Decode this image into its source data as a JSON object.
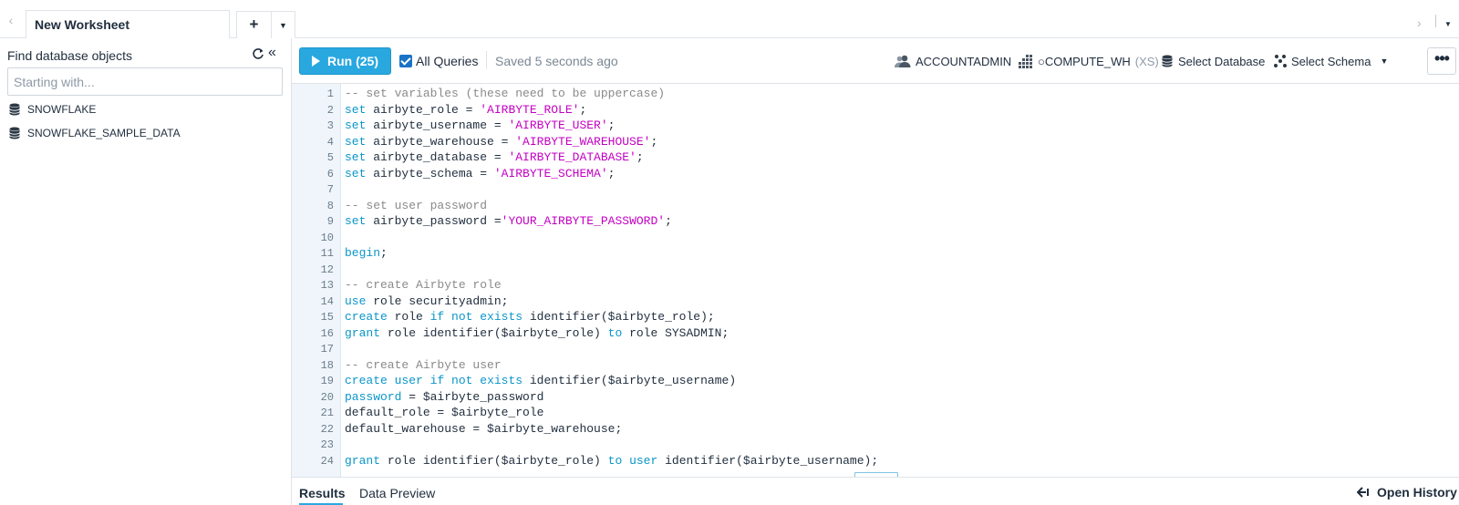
{
  "tabs": [
    {
      "label": "New Worksheet"
    }
  ],
  "tabbar": {
    "add": "+",
    "menu": "▼",
    "prev": "‹",
    "next": "›"
  },
  "sidebar": {
    "title": "Find database objects",
    "search_placeholder": "Starting with...",
    "databases": [
      {
        "label": "SNOWFLAKE"
      },
      {
        "label": "SNOWFLAKE_SAMPLE_DATA"
      }
    ]
  },
  "toolbar": {
    "run_label": "Run (25)",
    "all_queries_label": "All Queries",
    "all_queries_checked": true,
    "saved_status": "Saved 5 seconds ago",
    "role": "ACCOUNTADMIN",
    "warehouse": "○COMPUTE_WH",
    "warehouse_size": "(XS)",
    "database": "Select Database",
    "schema": "Select Schema",
    "more": "•••"
  },
  "editor": {
    "lines": [
      {
        "n": "1",
        "tokens": [
          {
            "t": "cm",
            "v": "-- set variables (these need to be uppercase)"
          }
        ]
      },
      {
        "n": "2",
        "tokens": [
          {
            "t": "kw",
            "v": "set"
          },
          {
            "t": "",
            "v": " airbyte_role = "
          },
          {
            "t": "str",
            "v": "'AIRBYTE_ROLE'"
          },
          {
            "t": "",
            "v": ";"
          }
        ]
      },
      {
        "n": "3",
        "tokens": [
          {
            "t": "kw",
            "v": "set"
          },
          {
            "t": "",
            "v": " airbyte_username = "
          },
          {
            "t": "str",
            "v": "'AIRBYTE_USER'"
          },
          {
            "t": "",
            "v": ";"
          }
        ]
      },
      {
        "n": "4",
        "tokens": [
          {
            "t": "kw",
            "v": "set"
          },
          {
            "t": "",
            "v": " airbyte_warehouse = "
          },
          {
            "t": "str",
            "v": "'AIRBYTE_WAREHOUSE'"
          },
          {
            "t": "",
            "v": ";"
          }
        ]
      },
      {
        "n": "5",
        "tokens": [
          {
            "t": "kw",
            "v": "set"
          },
          {
            "t": "",
            "v": " airbyte_database = "
          },
          {
            "t": "str",
            "v": "'AIRBYTE_DATABASE'"
          },
          {
            "t": "",
            "v": ";"
          }
        ]
      },
      {
        "n": "6",
        "tokens": [
          {
            "t": "kw",
            "v": "set"
          },
          {
            "t": "",
            "v": " airbyte_schema = "
          },
          {
            "t": "str",
            "v": "'AIRBYTE_SCHEMA'"
          },
          {
            "t": "",
            "v": ";"
          }
        ]
      },
      {
        "n": "7",
        "tokens": []
      },
      {
        "n": "8",
        "tokens": [
          {
            "t": "cm",
            "v": "-- set user password"
          }
        ]
      },
      {
        "n": "9",
        "tokens": [
          {
            "t": "kw",
            "v": "set"
          },
          {
            "t": "",
            "v": " airbyte_password ="
          },
          {
            "t": "str",
            "v": "'YOUR_AIRBYTE_PASSWORD'"
          },
          {
            "t": "",
            "v": ";"
          }
        ]
      },
      {
        "n": "10",
        "tokens": []
      },
      {
        "n": "11",
        "tokens": [
          {
            "t": "kw",
            "v": "begin"
          },
          {
            "t": "",
            "v": ";"
          }
        ]
      },
      {
        "n": "12",
        "tokens": []
      },
      {
        "n": "13",
        "tokens": [
          {
            "t": "cm",
            "v": "-- create Airbyte role"
          }
        ]
      },
      {
        "n": "14",
        "tokens": [
          {
            "t": "kw",
            "v": "use"
          },
          {
            "t": "",
            "v": " role securityadmin;"
          }
        ]
      },
      {
        "n": "15",
        "tokens": [
          {
            "t": "kw",
            "v": "create"
          },
          {
            "t": "",
            "v": " role "
          },
          {
            "t": "kw",
            "v": "if not exists"
          },
          {
            "t": "",
            "v": " identifier($airbyte_role);"
          }
        ]
      },
      {
        "n": "16",
        "tokens": [
          {
            "t": "kw",
            "v": "grant"
          },
          {
            "t": "",
            "v": " role identifier($airbyte_role) "
          },
          {
            "t": "kw",
            "v": "to"
          },
          {
            "t": "",
            "v": " role SYSADMIN;"
          }
        ]
      },
      {
        "n": "17",
        "tokens": []
      },
      {
        "n": "18",
        "tokens": [
          {
            "t": "cm",
            "v": "-- create Airbyte user"
          }
        ]
      },
      {
        "n": "19",
        "tokens": [
          {
            "t": "kw",
            "v": "create"
          },
          {
            "t": "",
            "v": " "
          },
          {
            "t": "kw",
            "v": "user"
          },
          {
            "t": "",
            "v": " "
          },
          {
            "t": "kw",
            "v": "if not exists"
          },
          {
            "t": "",
            "v": " identifier($airbyte_username)"
          }
        ]
      },
      {
        "n": "20",
        "tokens": [
          {
            "t": "kw",
            "v": "password"
          },
          {
            "t": "",
            "v": " = $airbyte_password"
          }
        ]
      },
      {
        "n": "21",
        "tokens": [
          {
            "t": "",
            "v": "default_role = $airbyte_role"
          }
        ]
      },
      {
        "n": "22",
        "tokens": [
          {
            "t": "",
            "v": "default_warehouse = $airbyte_warehouse;"
          }
        ]
      },
      {
        "n": "23",
        "tokens": []
      },
      {
        "n": "24",
        "tokens": [
          {
            "t": "kw",
            "v": "grant"
          },
          {
            "t": "",
            "v": " role identifier($airbyte_role) "
          },
          {
            "t": "kw",
            "v": "to"
          },
          {
            "t": "",
            "v": " "
          },
          {
            "t": "kw",
            "v": "user"
          },
          {
            "t": "",
            "v": " identifier($airbyte_username);"
          }
        ]
      }
    ]
  },
  "bottom": {
    "tabs": [
      {
        "label": "Results",
        "active": true
      },
      {
        "label": "Data Preview",
        "active": false
      }
    ],
    "open_history": "Open History"
  },
  "colors": {
    "accent": "#29a8e0",
    "keyword": "#0a96c9",
    "string": "#c300c3",
    "comment": "#8a8a8a"
  }
}
